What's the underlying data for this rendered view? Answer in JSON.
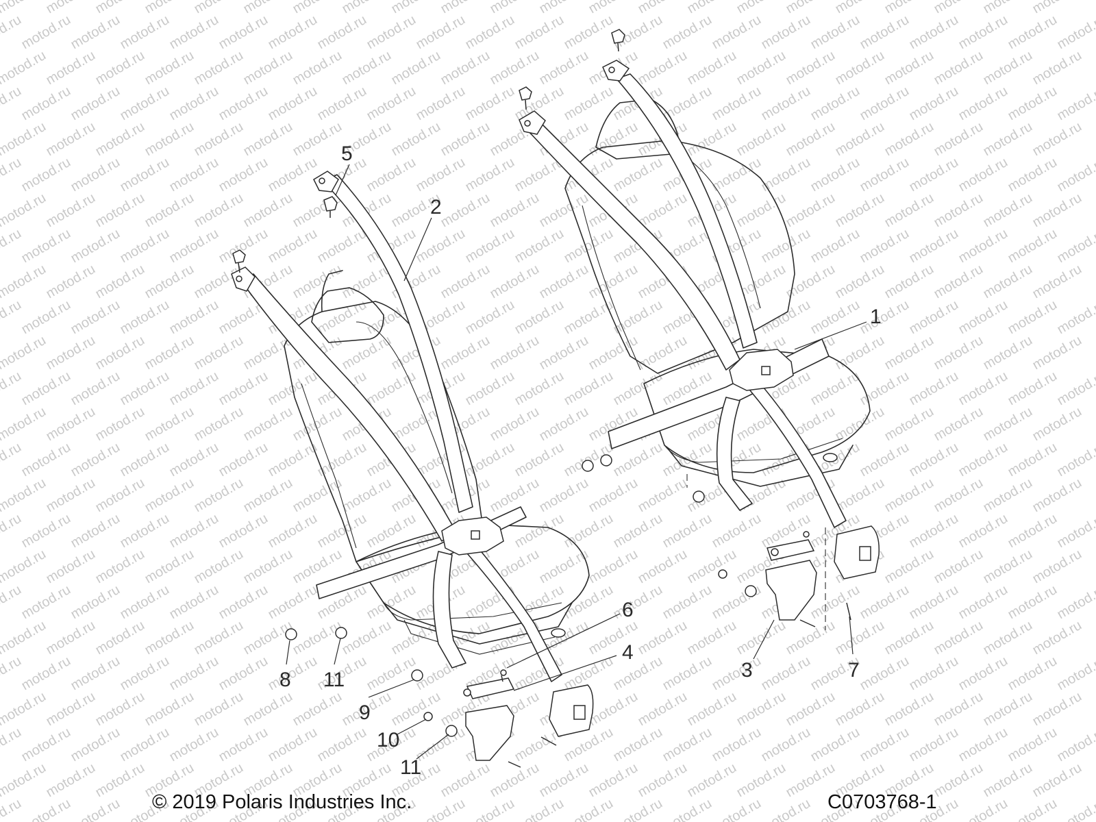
{
  "watermark": {
    "text": "motod.ru"
  },
  "callouts": [
    {
      "id": "c1",
      "label": "1"
    },
    {
      "id": "c2",
      "label": "2"
    },
    {
      "id": "c3",
      "label": "3"
    },
    {
      "id": "c4",
      "label": "4"
    },
    {
      "id": "c5",
      "label": "5"
    },
    {
      "id": "c6",
      "label": "6"
    },
    {
      "id": "c7",
      "label": "7"
    },
    {
      "id": "c8",
      "label": "8"
    },
    {
      "id": "c9",
      "label": "9"
    },
    {
      "id": "c10",
      "label": "10"
    },
    {
      "id": "c11a",
      "label": "11"
    },
    {
      "id": "c11b",
      "label": "11"
    }
  ],
  "footer": {
    "copyright": "© 2019 Polaris Industries Inc.",
    "drawing_number": "C0703768-1"
  },
  "colors": {
    "line": "#2b2b2b",
    "watermark": "#c9c9c9",
    "background": "#ffffff"
  }
}
